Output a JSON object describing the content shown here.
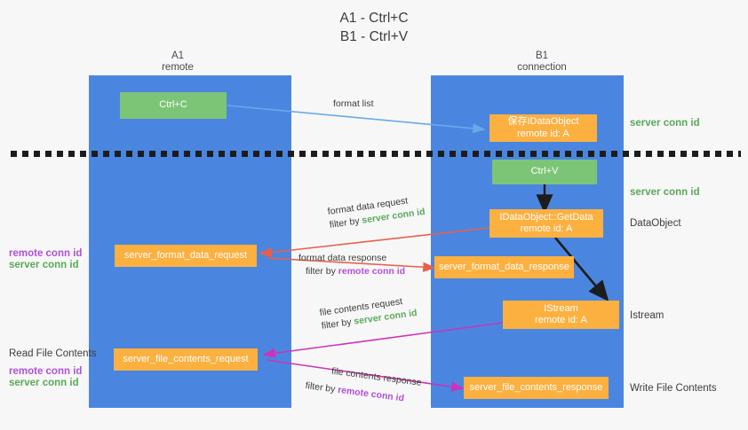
{
  "title": {
    "line1": "A1 - Ctrl+C",
    "line2": "B1 - Ctrl+V"
  },
  "columns": [
    {
      "name": "A1",
      "subtitle": "remote"
    },
    {
      "name": "B1",
      "subtitle": "connection"
    }
  ],
  "colors": {
    "lane": "#4a86e0",
    "green_node": "#7cc576",
    "orange_node": "#fbb040",
    "server_conn_id": "#5aa85a",
    "remote_conn_id": "#b14fd8",
    "arrow_blue": "#6aa9e9",
    "arrow_red": "#e8604c",
    "arrow_magenta": "#cc33bb",
    "arrow_black": "#1c1c1c",
    "background": "#f7f7f7"
  },
  "nodes": {
    "ctrl_c": {
      "line1": "Ctrl+C",
      "line2": ""
    },
    "save_idataobject": {
      "line1": "保存IDataObject",
      "line2": "remote id: A"
    },
    "ctrl_v": {
      "line1": "Ctrl+V",
      "line2": ""
    },
    "getdata": {
      "line1": "IDataObject::GetData",
      "line2": "remote id: A"
    },
    "server_format_data_request": {
      "line1": "server_format_data_request",
      "line2": ""
    },
    "server_format_data_response": {
      "line1": "server_format_data_response",
      "line2": ""
    },
    "istream": {
      "line1": "IStream",
      "line2": "remote id: A"
    },
    "server_file_contents_request": {
      "line1": "server_file_contents_request",
      "line2": ""
    },
    "server_file_contents_response": {
      "line1": "server_file_contents_response",
      "line2": ""
    }
  },
  "right_notes": {
    "server_conn_id_top": "server conn id",
    "server_conn_id_mid": "server conn id",
    "dataobject": "DataObject",
    "istream": "Istream",
    "write_file_contents": "Write File Contents"
  },
  "left_notes": {
    "remote_conn_id_1": "remote conn id",
    "server_conn_id_1": "server conn id",
    "read_file_contents": "Read File Contents",
    "remote_conn_id_2": "remote conn id",
    "server_conn_id_2": "server conn id"
  },
  "edges": {
    "format_list": {
      "main": "format list",
      "filter_prefix": "",
      "filter_target": ""
    },
    "format_data_request": {
      "main": "format data request",
      "filter_prefix": "filter by ",
      "filter_target": "server conn id"
    },
    "format_data_response": {
      "main": "format data response",
      "filter_prefix": "filter by ",
      "filter_target": "remote conn id"
    },
    "file_contents_request": {
      "main": "file contents request",
      "filter_prefix": "filter by ",
      "filter_target": "server conn id"
    },
    "file_contents_response": {
      "main": "file contents response",
      "filter_prefix": "filter by ",
      "filter_target": "remote conn id"
    }
  }
}
